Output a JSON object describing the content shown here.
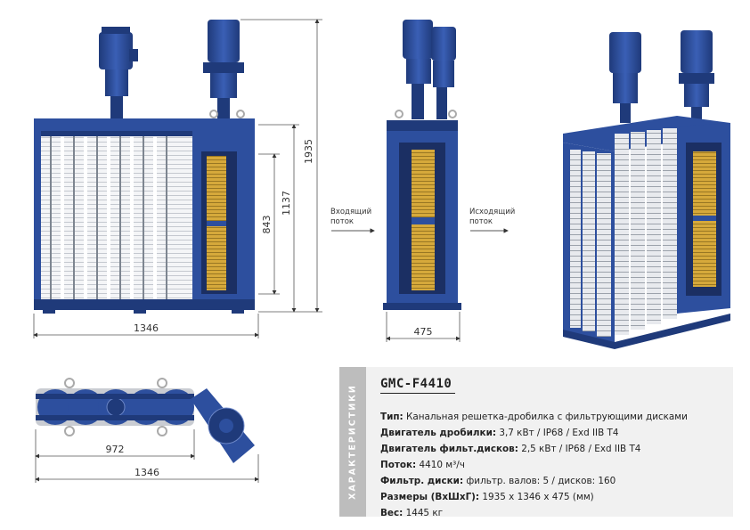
{
  "dimensions": {
    "front_width": "1346",
    "height_total": "1935",
    "height_frame": "1137",
    "height_channel": "843",
    "side_width": "475",
    "plan_inner": "972",
    "plan_width": "1346"
  },
  "flow": {
    "in_line1": "Входящий",
    "in_line2": "поток",
    "out_line1": "Исходящий",
    "out_line2": "поток"
  },
  "spec": {
    "side_label": "ХАРАКТЕРИСТИКИ",
    "model": "GMC-F4410",
    "rows": [
      {
        "k": "Тип:",
        "v": " Канальная решетка-дробилка с фильтрующими дисками"
      },
      {
        "k": "Двигатель дробилки:",
        "v": " 3,7 кВт / IP68 / Exd IIB T4"
      },
      {
        "k": "Двигатель фильт.дисков:",
        "v": " 2,5 кВт / IP68 / Exd IIB T4"
      },
      {
        "k": "Поток:",
        "v": " 4410 м³/ч"
      },
      {
        "k": "Фильтр. диски:",
        "v": " фильтр. валов: 5 / дисков: 160"
      },
      {
        "k": "Размеры (ВхШхГ):",
        "v": " 1935 x 1346 x 475 (мм)"
      },
      {
        "k": "Вес:",
        "v": " 1445 кг"
      }
    ]
  },
  "colors": {
    "blue": "#2d4f9e",
    "blue_dark": "#1f3a7a",
    "brass": "#d6a93b",
    "steel": "#c9ccd2"
  }
}
